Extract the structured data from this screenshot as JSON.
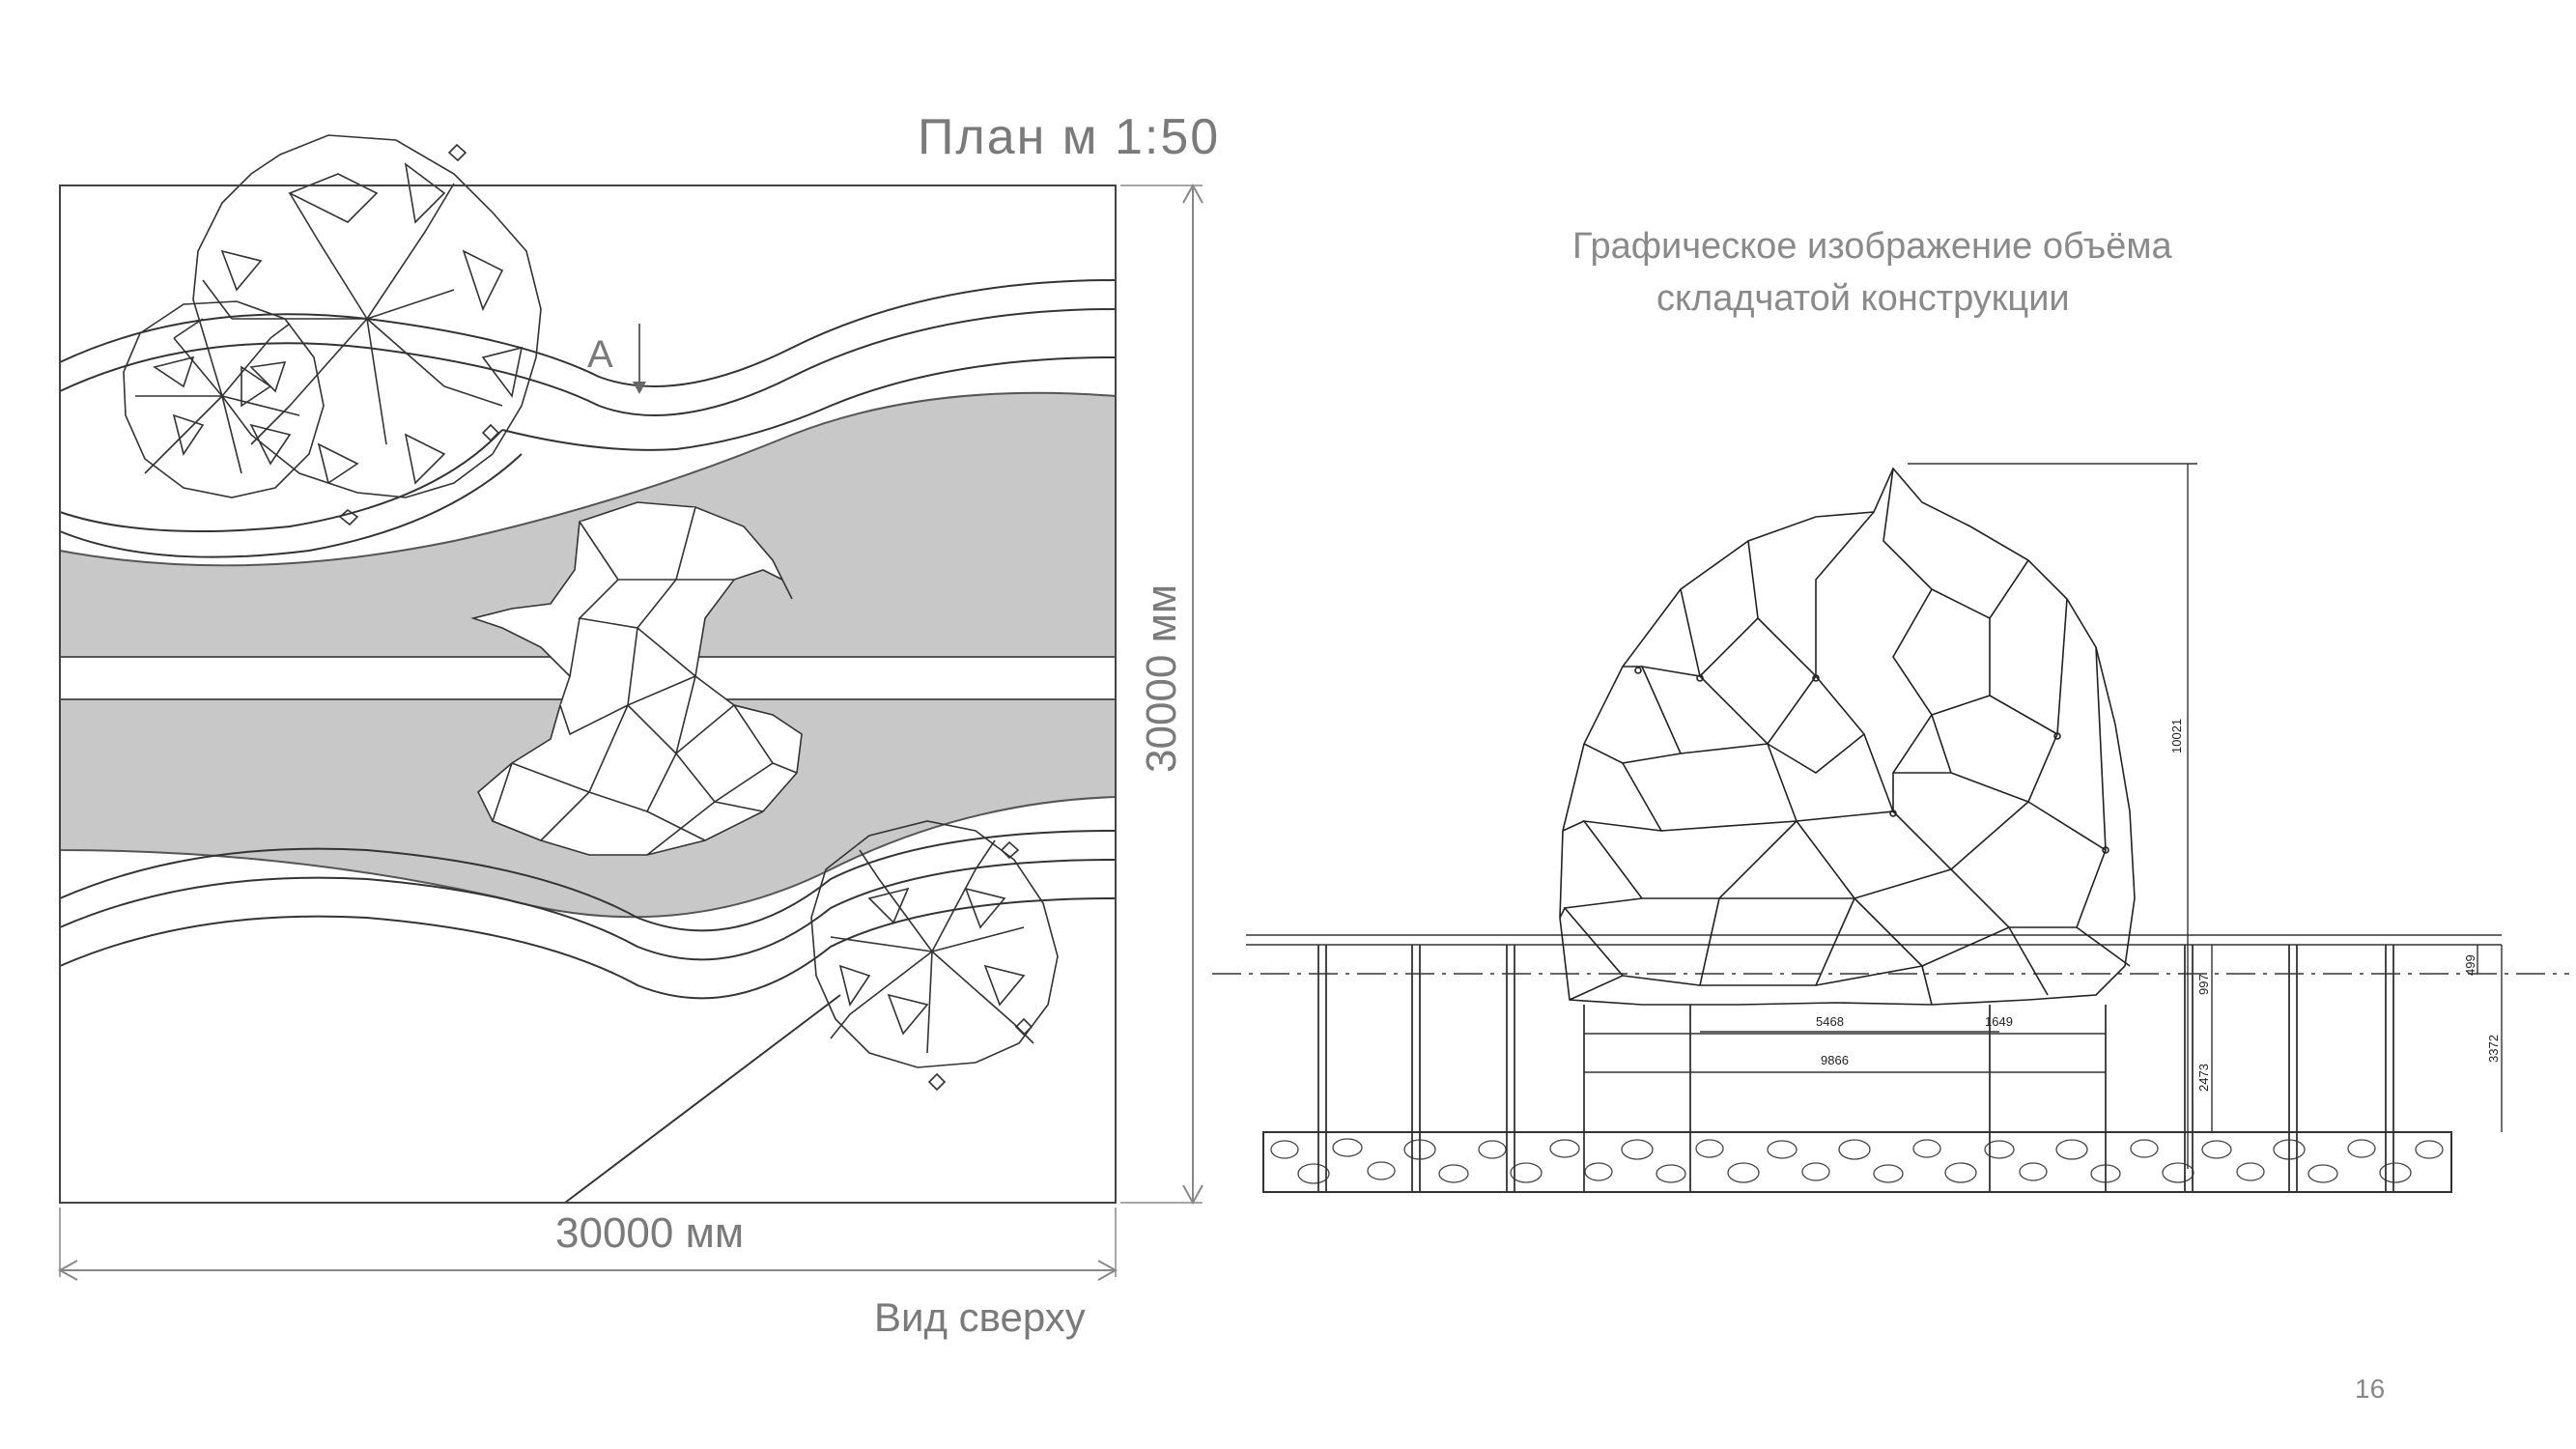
{
  "plan": {
    "title": "План м 1:50",
    "width_label": "30000 мм",
    "height_label": "30000 мм",
    "view_label": "Вид сверху",
    "section_marker": "А"
  },
  "elevation": {
    "caption_line1": "Графическое изображение объёма",
    "caption_line2": "складчатой конструкции",
    "dimensions": {
      "height_total": "10021",
      "span_a": "5468",
      "span_b": "1649",
      "span_c": "9866",
      "level_a": "997",
      "level_b": "2473",
      "level_c": "499",
      "level_d": "3372"
    }
  },
  "page_number": "16",
  "colors": {
    "road": "#c8c8c8",
    "line": "#333333",
    "label": "#7a7a7a"
  }
}
